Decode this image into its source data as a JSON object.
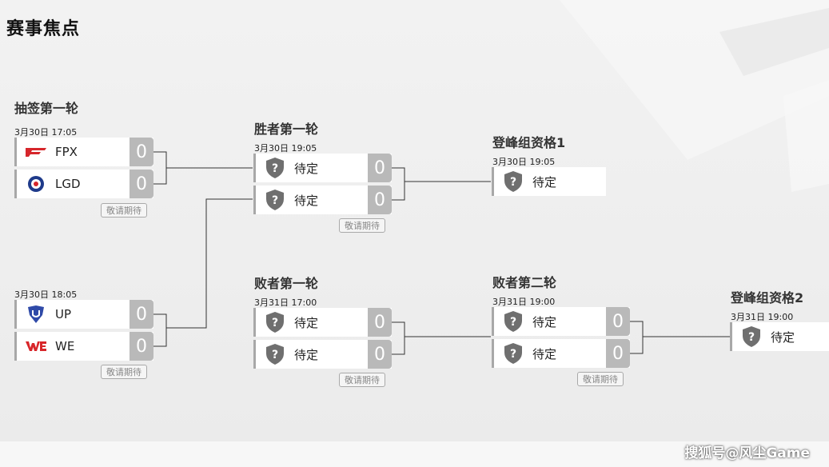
{
  "page": {
    "title": "赛事焦点"
  },
  "tag_label": "敬请期待",
  "tbd": "待定",
  "watermark": "搜狐号@风尘Game",
  "rounds": {
    "draw": {
      "title": "抽签第一轮",
      "match1": {
        "time": "3月30日 17:05",
        "teams": [
          {
            "name": "FPX",
            "score": "0"
          },
          {
            "name": "LGD",
            "score": "0"
          }
        ]
      },
      "match2": {
        "time": "3月30日 18:05",
        "teams": [
          {
            "name": "UP",
            "score": "0"
          },
          {
            "name": "WE",
            "score": "0"
          }
        ]
      }
    },
    "winners": {
      "title": "胜者第一轮",
      "time": "3月30日 19:05",
      "scores": [
        "0",
        "0"
      ]
    },
    "qual1": {
      "title": "登峰组资格1",
      "time": "3月30日 19:05"
    },
    "losers1": {
      "title": "败者第一轮",
      "time": "3月31日 17:00",
      "scores": [
        "0",
        "0"
      ]
    },
    "losers2": {
      "title": "败者第二轮",
      "time": "3月31日 19:00",
      "scores": [
        "0",
        "0"
      ]
    },
    "qual2": {
      "title": "登峰组资格2",
      "time": "3月31日 19:00"
    }
  },
  "colors": {
    "fpx": "#d6262b",
    "lgd": "#1e3a8a",
    "up": "#2f4aa8",
    "we": "#d8262a",
    "shield": "#6f6f6f",
    "score_bg": "#b9b9b9"
  }
}
